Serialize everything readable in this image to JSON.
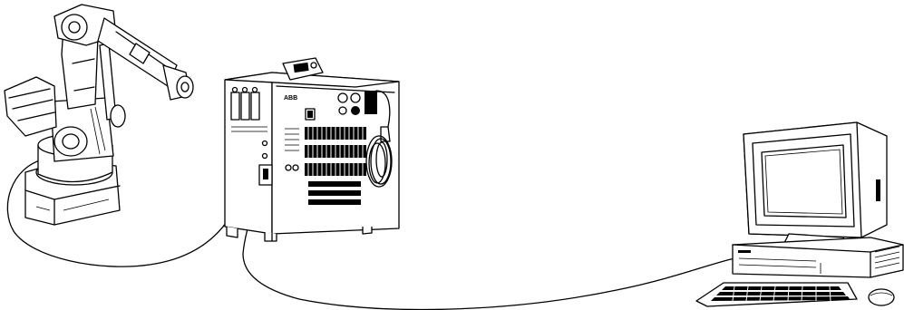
{
  "diagram": {
    "components": [
      {
        "id": "robot",
        "icon": "industrial-robot-arm"
      },
      {
        "id": "controller",
        "icon": "robot-controller-cabinet",
        "brand_text": "ABB"
      },
      {
        "id": "pc",
        "icon": "desktop-computer"
      }
    ],
    "connections": [
      {
        "from": "robot",
        "to": "controller"
      },
      {
        "from": "controller",
        "to": "pc"
      }
    ]
  }
}
